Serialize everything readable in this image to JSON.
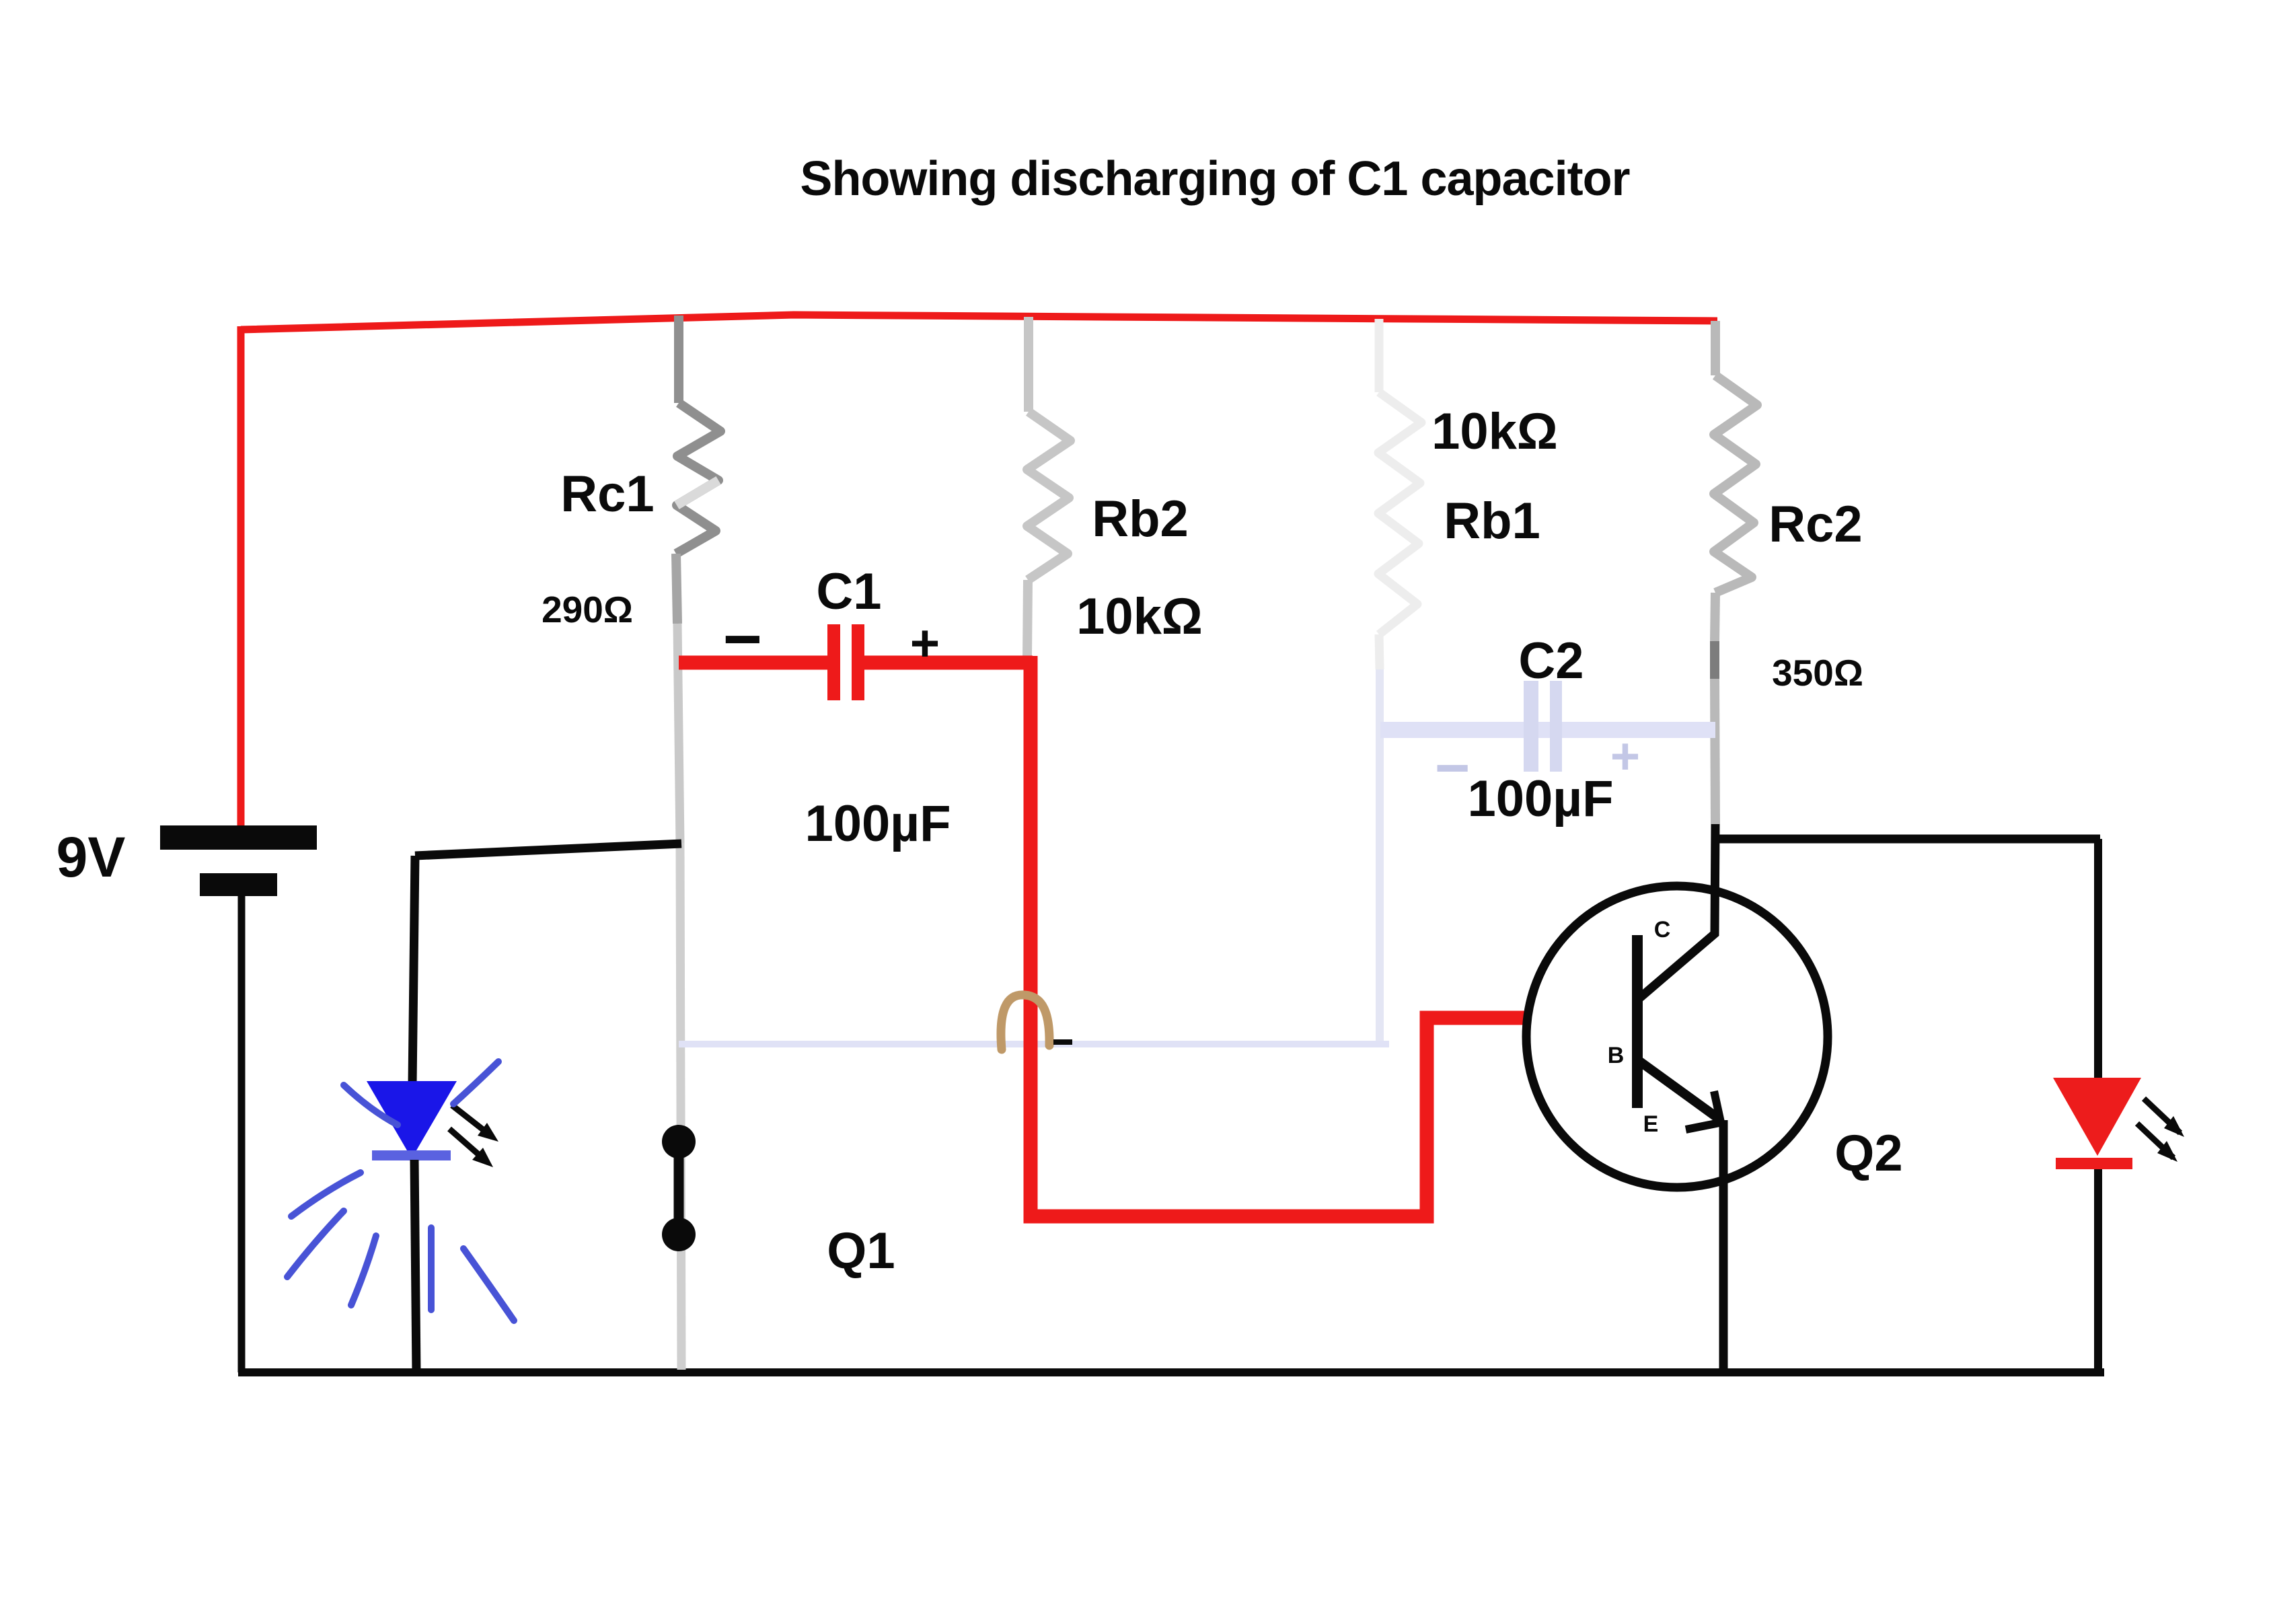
{
  "title": "Showing discharging of C1 capacitor",
  "battery": {
    "label": "9V"
  },
  "rc1": {
    "name": "Rc1",
    "value": "290Ω"
  },
  "c1": {
    "name": "C1",
    "value": "100µF",
    "minus": "−",
    "plus": "+"
  },
  "rb2": {
    "name": "Rb2",
    "value": "10kΩ"
  },
  "rb1": {
    "name": "Rb1",
    "value": "10kΩ"
  },
  "c2": {
    "name": "C2",
    "value": "100µF",
    "minus": "−",
    "plus": "+"
  },
  "rc2": {
    "name": "Rc2",
    "value": "350Ω"
  },
  "q1": {
    "name": "Q1"
  },
  "q2": {
    "name": "Q2",
    "collector": "C",
    "base": "B",
    "emitter": "E"
  },
  "colors": {
    "wire_red": "#EE1A1A",
    "led_red": "#ED1C1C",
    "led_blue": "#1A16E8",
    "led_blue_cathode": "#5A62E0",
    "ray_blue": "#4853D6",
    "pale_wire": "#DFE1F6",
    "hop_tan": "#BF9968",
    "resistor_gray": "#8F8F8F",
    "wire_black": "#0A0A0A"
  }
}
